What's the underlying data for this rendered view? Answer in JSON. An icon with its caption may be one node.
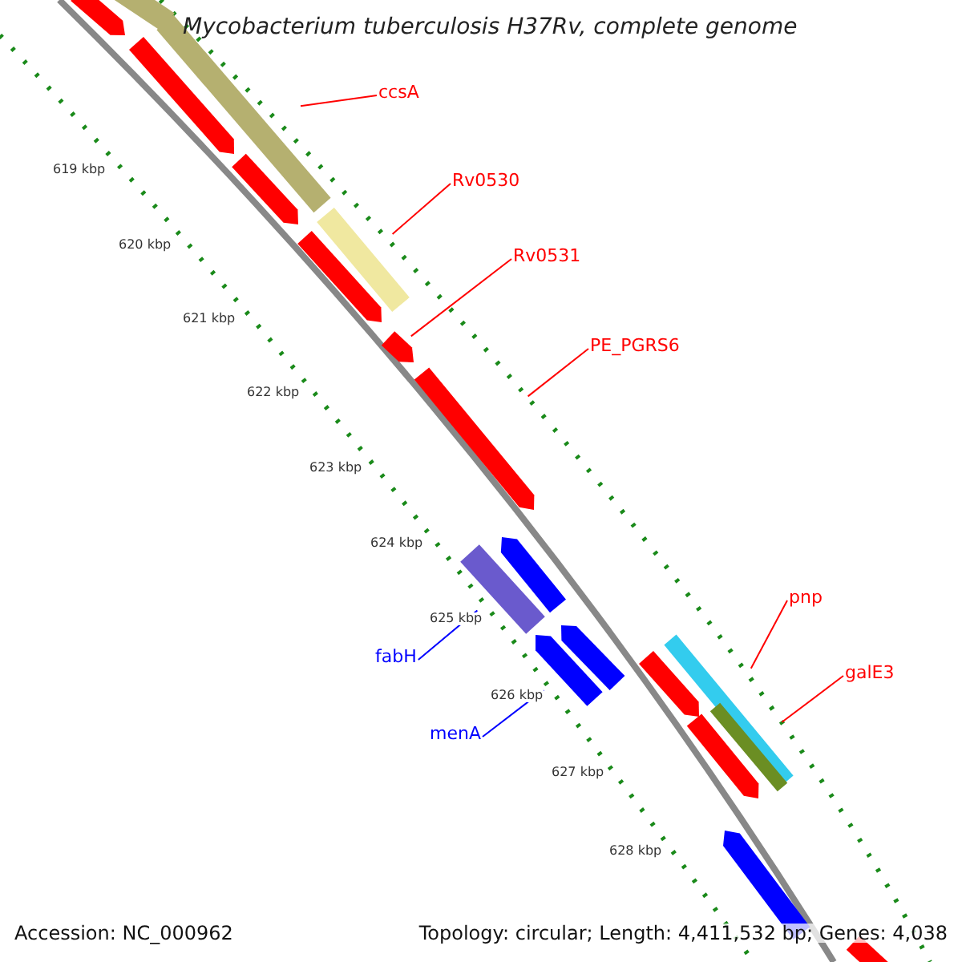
{
  "diagram": {
    "title": "Mycobacterium tuberculosis H37Rv, complete genome",
    "nodes": [
      {
        "text": [
          "ccsA"
        ]
      },
      {
        "text": [],
        "shape": "bar"
      },
      {
        "text": [
          "Rv0530"
        ]
      },
      {
        "text": [],
        "shape": "bar"
      },
      {
        "text": [
          "Rv0531"
        ]
      },
      {
        "text": [],
        "shape": "bar"
      },
      {
        "text": [
          "PE_PGRS6"
        ]
      },
      {
        "text": [],
        "shape": "bar"
      },
      {
        "text": [],
        "shape": "bar"
      },
      {
        "text": [],
        "shape": "bar"
      },
      {
        "text": [
          "pnp"
        ]
      },
      {
        "text": [
          "fabH"
        ]
      },
      {
        "text": [
          "galE3"
        ]
      },
      {
        "text": [
          "menA"
        ]
      },
      {
        "text": [],
        "shape": "bar"
      },
      {
        "text": [],
        "shape": "bar"
      },
      {
        "text": [],
        "shape": "bar"
      },
      {
        "text": [],
        "shape": "bar"
      },
      {
        "text": [],
        "shape": "bar"
      },
      {
        "text": [],
        "shape": "bar"
      },
      {
        "text": [],
        "shape": "bar"
      },
      {
        "text": [],
        "shape": "bar"
      },
      {
        "text": [],
        "shape": "bar"
      },
      {
        "text": [],
        "shape": "bar"
      },
      {
        "text": [],
        "shape": "bar"
      },
      {
        "text": [],
        "shape": "bar"
      },
      {
        "text": [],
        "shape": "bar"
      }
    ],
    "edges": [
      {
        "from": 0,
        "to": 1,
        "arrow": "none"
      },
      {
        "from": 2,
        "to": 3,
        "arrow": "none"
      },
      {
        "from": 4,
        "to": 5,
        "arrow": "none"
      },
      {
        "from": 6,
        "to": 7,
        "arrow": "none"
      },
      {
        "from": 10,
        "to": 14,
        "arrow": "none"
      },
      {
        "from": 11,
        "to": 8,
        "arrow": "none",
        "color": "#0000ff"
      },
      {
        "from": 12,
        "to": 15,
        "arrow": "none"
      },
      {
        "from": 13,
        "to": 9,
        "arrow": "none",
        "color": "#0000ff"
      }
    ],
    "labels": [
      "619 kbp",
      "620 kbp",
      "621 kbp",
      "622 kbp",
      "623 kbp",
      "624 kbp",
      "625 kbp",
      "626 kbp",
      "627 kbp",
      "628 kbp",
      "Accession: NC_000962",
      "Topology: circular; Length: 4,411,532 bp; Genes: 4,038"
    ]
  }
}
